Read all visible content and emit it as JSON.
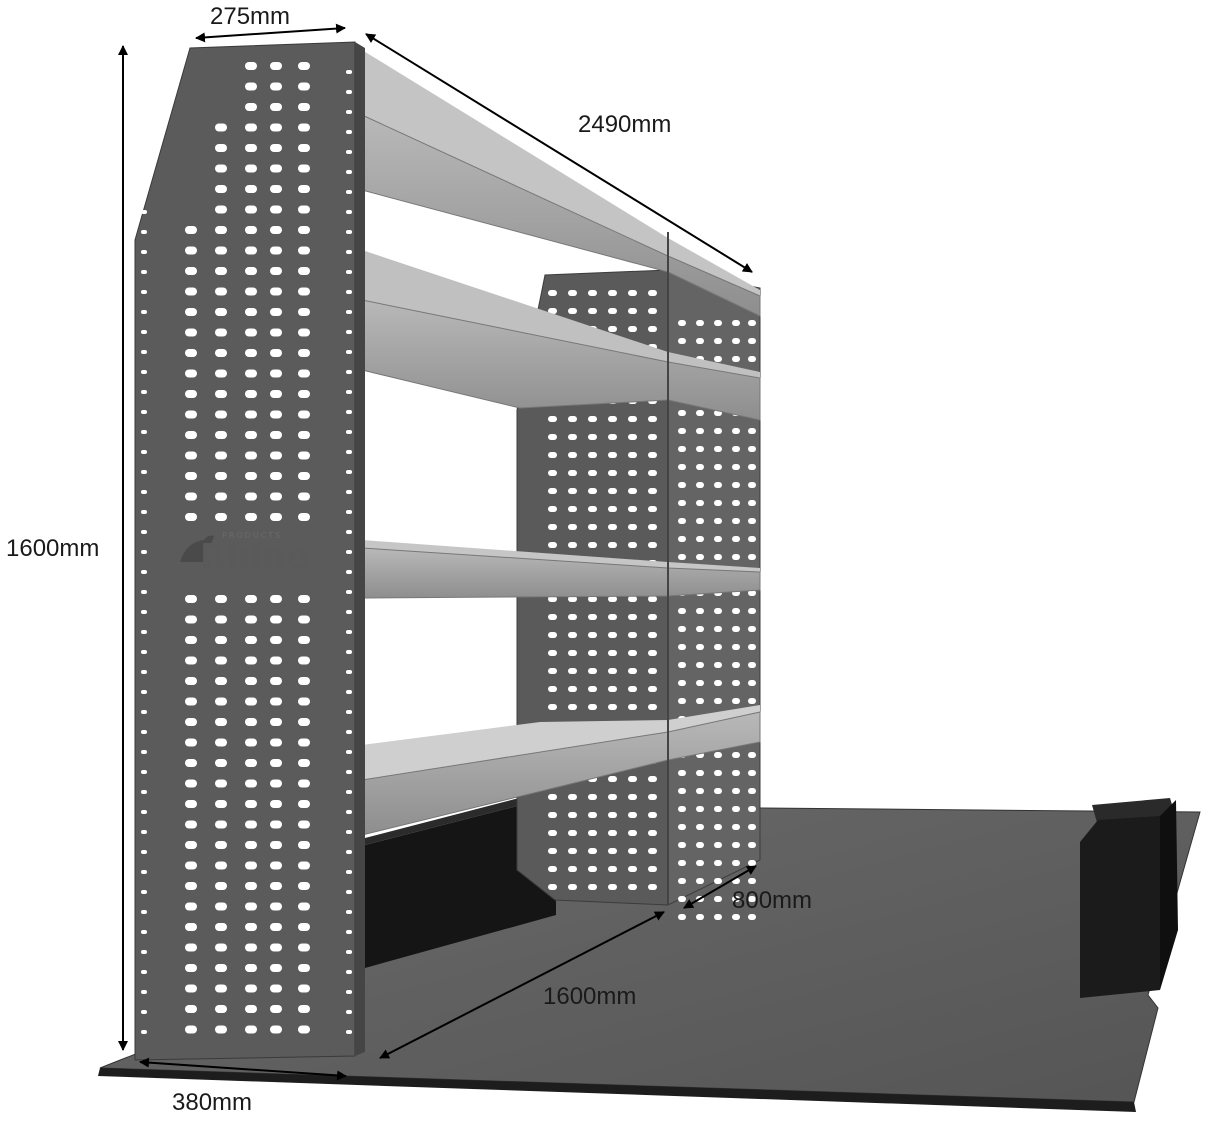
{
  "brand": {
    "name": "Rhino",
    "tagline": "PRODUCTS"
  },
  "dimensions": {
    "depth_top": "275mm",
    "length_top": "2490mm",
    "height": "1600mm",
    "base_depth": "380mm",
    "floor_length": "1600mm",
    "rear_unit_depth": "800mm"
  },
  "colors": {
    "end_panel": "#5b5b5b",
    "shelf": "#a9a9a9",
    "shelf_face": "#9a9a9a",
    "floor": "#5e5e5e",
    "floor_edge": "#222222",
    "arch_box": "#1f1f1f",
    "hole": "#ffffff"
  }
}
